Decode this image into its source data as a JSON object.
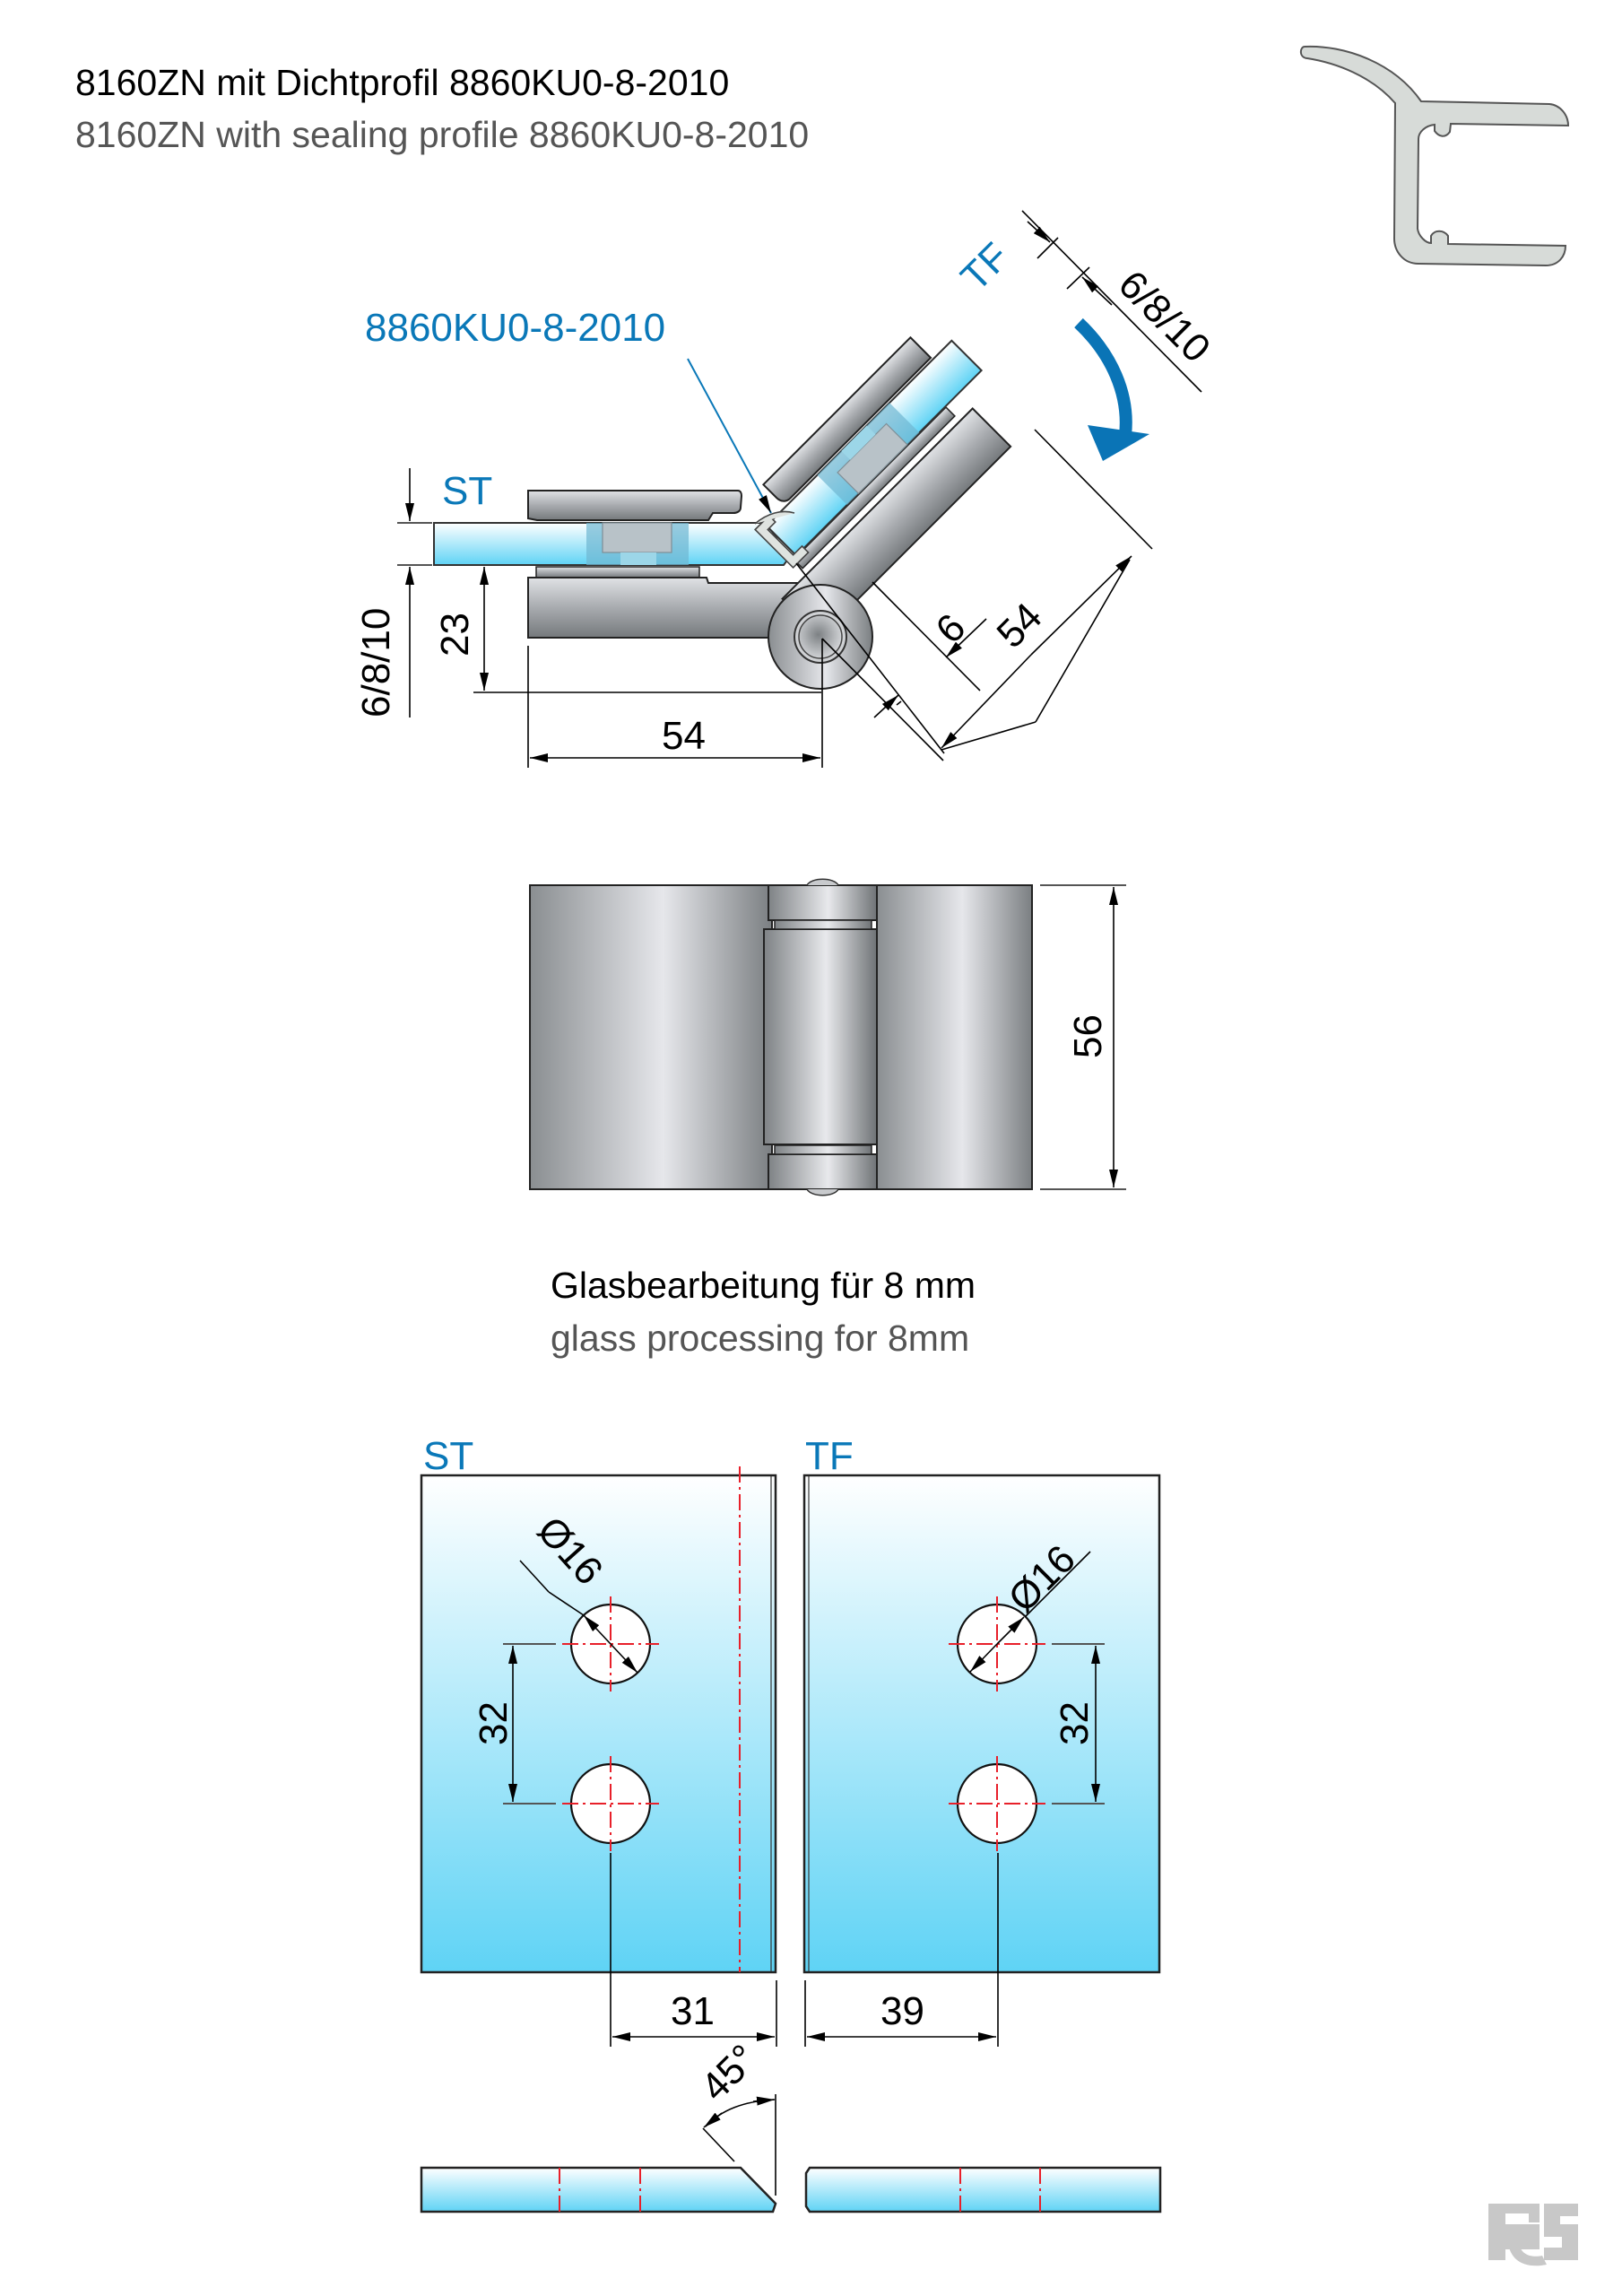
{
  "header": {
    "title_de": "8160ZN mit Dichtprofil 8860KU0-8-2010",
    "title_en": "8160ZN with sealing profile 8860KU0-8-2010"
  },
  "hinge_section": {
    "profile_label": "8860KU0-8-2010",
    "fixed_panel_label": "ST",
    "door_panel_label": "TF",
    "glass_thickness_left": "6/8/10",
    "glass_thickness_right": "6/8/10",
    "offset_height": "23",
    "arm_length_horizontal": "54",
    "arm_length_diagonal": "54",
    "gap_dim": "6",
    "rotation_arrow": "rotation-arrow-icon"
  },
  "front_view": {
    "height_dim": "56"
  },
  "glass_processing": {
    "title_de": "Glasbearbeitung für 8 mm",
    "title_en": "glass processing for 8mm",
    "panels": [
      {
        "label": "ST",
        "hole_diameter": "Ø16",
        "hole_spacing": "32",
        "edge_distance": "31"
      },
      {
        "label": "TF",
        "hole_diameter": "Ø16",
        "hole_spacing": "32",
        "edge_distance": "39"
      }
    ],
    "bevel_angle": "45°"
  },
  "colors": {
    "accent_blue": "#0a78b8",
    "glass_top": "#ffffff",
    "glass_bottom": "#5fd3f5",
    "centerline_red": "#e8202a",
    "metal_dark": "#7e8285",
    "metal_light": "#e4e6ea",
    "logo_gray": "#c8c8c8"
  },
  "logo": {
    "icon": "rs-logo-icon"
  }
}
